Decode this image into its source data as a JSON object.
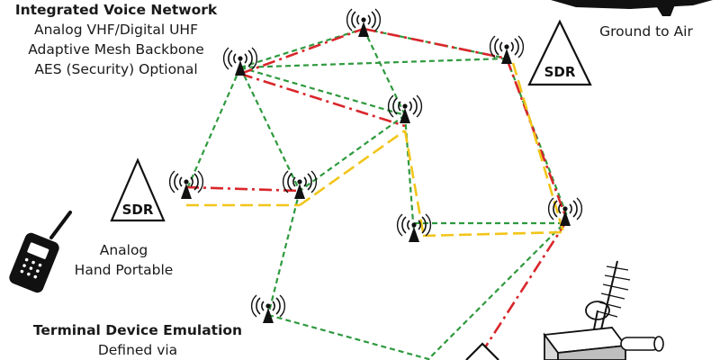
{
  "title_block": {
    "title": "Integrated Voice Network",
    "lines": [
      "Analog VHF/Digital UHF",
      "Adaptive Mesh Backbone",
      "AES (Security) Optional"
    ]
  },
  "devices": {
    "sdr_label": "SDR",
    "analog_label": [
      "Analog",
      "Hand Portable"
    ],
    "ground_label": "Ground to Air"
  },
  "terminal_block": {
    "title": "Terminal Device Emulation",
    "lines": [
      "Defined via"
    ]
  },
  "link_colors": {
    "mesh": "#2e9a3e",
    "red_path": "#d9262b",
    "yellow_path": "#f2c51a"
  }
}
